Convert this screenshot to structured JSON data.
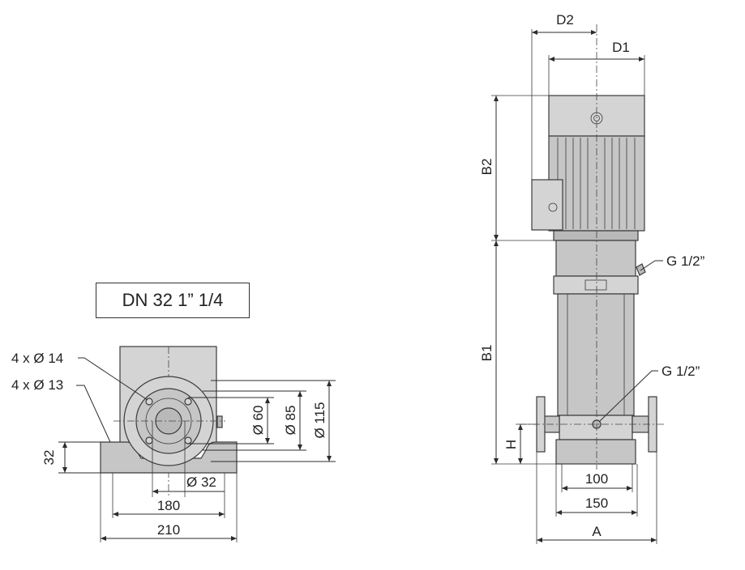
{
  "title": "DN 32 1” 1/4",
  "front_view": {
    "hole_labels": [
      "4 x Ø 14",
      "4 x Ø 13"
    ],
    "dims": {
      "d60": "Ø 60",
      "d85": "Ø 85",
      "d115": "Ø 115",
      "d32": "Ø 32",
      "h32": "32",
      "w180": "180",
      "w210": "210"
    }
  },
  "side_view": {
    "dims": {
      "D2": "D2",
      "D1": "D1",
      "B2": "B2",
      "B1": "B1",
      "H": "H",
      "w100": "100",
      "w150": "150",
      "A": "A"
    },
    "ports": [
      "G 1/2”",
      "G 1/2”"
    ]
  },
  "colors": {
    "body": "#c6c6c6",
    "line": "#3b3b3b"
  }
}
